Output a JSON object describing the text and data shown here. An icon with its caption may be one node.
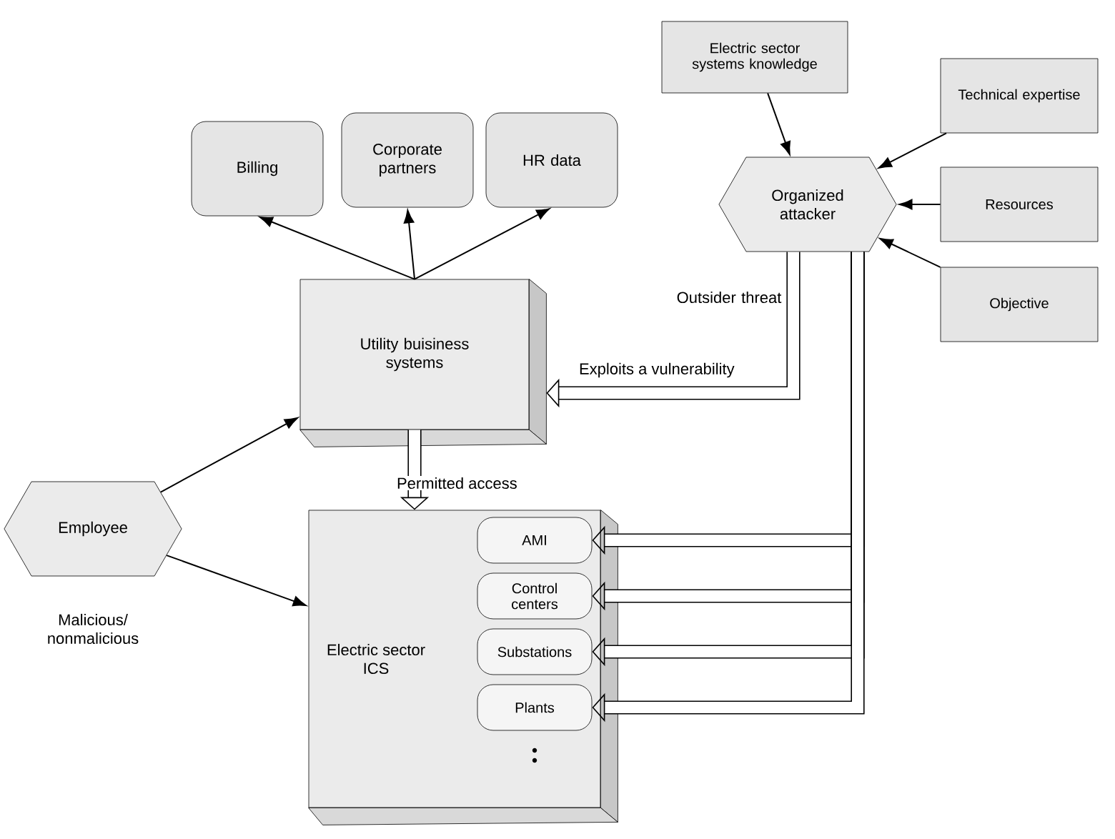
{
  "diagram": {
    "nodes": [
      {
        "text": [
          "Billing"
        ]
      },
      {
        "text": [
          "Corporate partners"
        ]
      },
      {
        "text": [
          "HR data"
        ]
      },
      {
        "text": [
          "Utility buisiness systems"
        ]
      },
      {
        "text": [
          "Electric sector systems knowledge"
        ]
      },
      {
        "text": [
          "Technical expertise"
        ]
      },
      {
        "text": [
          "Organized attacker"
        ],
        "beside": [
          "Outsider threat"
        ]
      },
      {
        "text": [
          "Resources"
        ]
      },
      {
        "text": [
          "Objective"
        ]
      },
      {
        "text": [
          "Employee"
        ],
        "beside": [
          "Malicious/ nonmalicious"
        ]
      },
      {
        "text": [
          "Electric sector ICS"
        ]
      },
      {
        "text": [
          "AMI"
        ],
        "in": 10
      },
      {
        "text": [
          "Control centers"
        ],
        "in": 10
      },
      {
        "text": [
          "Substations"
        ],
        "in": 10
      },
      {
        "text": [
          "Plants"
        ],
        "in": 10
      }
    ],
    "edges": [
      {
        "from": 3,
        "to": 0,
        "arrow": "to"
      },
      {
        "from": 3,
        "to": 1,
        "arrow": "to"
      },
      {
        "from": 3,
        "to": 2,
        "arrow": "to"
      },
      {
        "from": 4,
        "to": 6,
        "arrow": "to"
      },
      {
        "from": 5,
        "to": 6,
        "arrow": "to"
      },
      {
        "from": 7,
        "to": 6,
        "arrow": "to"
      },
      {
        "from": 8,
        "to": 6,
        "arrow": "to"
      },
      {
        "from": 9,
        "to": 3,
        "arrow": "to"
      },
      {
        "from": 9,
        "to": 10,
        "arrow": "to"
      },
      {
        "from": 3,
        "to": 10,
        "arrow": "to",
        "label": "Permitted access",
        "style": "thick"
      },
      {
        "from": 6,
        "to": 3,
        "arrow": "to",
        "label": "Exploits a vulnerability",
        "style": "thick"
      },
      {
        "from": 6,
        "to": 11,
        "arrow": "to",
        "style": "thick"
      },
      {
        "from": 6,
        "to": 12,
        "arrow": "to",
        "style": "thick"
      },
      {
        "from": 6,
        "to": 13,
        "arrow": "to",
        "style": "thick"
      },
      {
        "from": 6,
        "to": 14,
        "arrow": "to",
        "style": "thick"
      }
    ]
  }
}
